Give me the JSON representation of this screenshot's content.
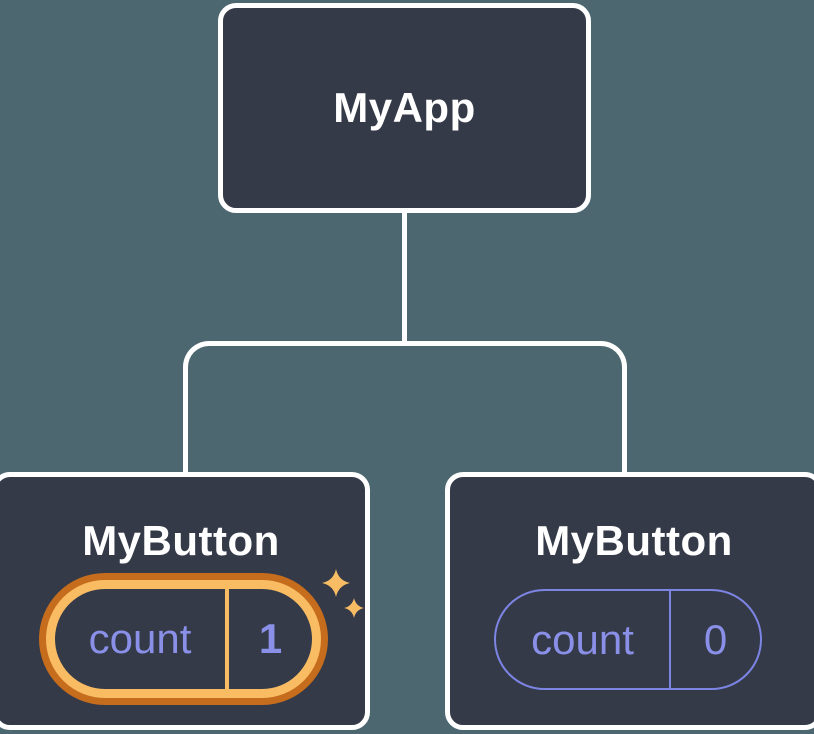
{
  "diagram_type": "component-tree",
  "colors": {
    "background": "#4c6770",
    "node_fill": "#343a48",
    "node_border": "#ffffff",
    "state_text": "#8a90e8",
    "state_pill_border": "#7d85e4",
    "highlight_outer": "#c56c1d",
    "highlight_inner": "#f9bc63",
    "sparkle": "#f8bd64",
    "label_text": "#ffffff"
  },
  "app_node": {
    "label": "MyApp"
  },
  "button_nodes": [
    {
      "label": "MyButton",
      "state_name": "count",
      "state_value": "1",
      "highlighted": true
    },
    {
      "label": "MyButton",
      "state_name": "count",
      "state_value": "0",
      "highlighted": false
    }
  ],
  "icons": {
    "highlight": "sparkles-icon"
  }
}
